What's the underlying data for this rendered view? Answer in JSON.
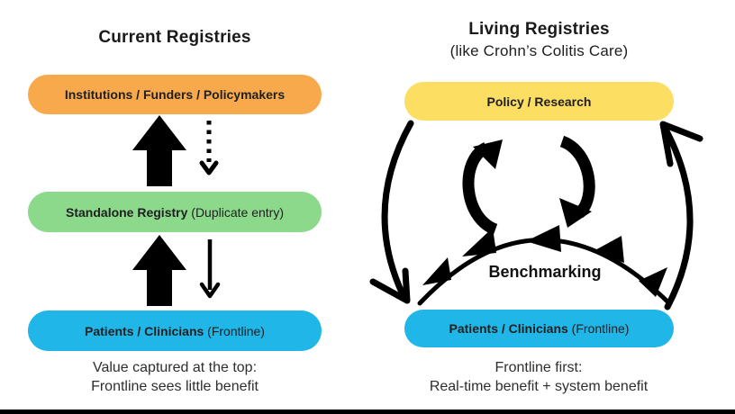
{
  "left_panel": {
    "title": "Current Registries",
    "boxes": [
      {
        "label_bold": "Institutions / Funders / Policymakers",
        "label_regular": "",
        "color": "#F8A94B"
      },
      {
        "label_bold": "Standalone Registry",
        "label_regular": " (Duplicate entry)",
        "color": "#8CD98C"
      },
      {
        "label_bold": "Patients / Clinicians",
        "label_regular": " (Frontline)",
        "color": "#20B6E8"
      }
    ],
    "arrows": [
      {
        "name": "solid-up-arrow",
        "style": "solid-block",
        "direction": "up"
      },
      {
        "name": "dashed-down-arrow",
        "style": "dashed",
        "direction": "down"
      },
      {
        "name": "solid-up-arrow",
        "style": "solid-block",
        "direction": "up"
      },
      {
        "name": "thin-down-arrow",
        "style": "thin-solid",
        "direction": "down"
      }
    ],
    "caption_line1": "Value captured at the top:",
    "caption_line2": "Frontline sees little benefit"
  },
  "right_panel": {
    "title": "Living Registries",
    "subtitle": "(like Crohn’s Colitis Care)",
    "boxes": [
      {
        "label_bold": "Policy / Research",
        "label_regular": "",
        "color": "#FBDE62"
      },
      {
        "label_bold": "Patients / Clinicians",
        "label_regular": " (Frontline)",
        "color": "#20B6E8"
      }
    ],
    "cycle_label": "Benchmarking",
    "arrows": [
      {
        "name": "left-loop-arrow",
        "style": "curved",
        "direction": "down-to-frontline"
      },
      {
        "name": "right-loop-arrow",
        "style": "curved",
        "direction": "up-to-policy"
      },
      {
        "name": "cycle-arrows",
        "style": "curved-pair",
        "direction": "clockwise"
      },
      {
        "name": "benchmarking-arc",
        "style": "arc-multi-arrowhead",
        "direction": "peer-exchange"
      }
    ],
    "caption_line1": "Frontline first:",
    "caption_line2": "Real-time benefit + system benefit"
  },
  "arrow_color": "#000000",
  "bottom_bar_color": "#000000"
}
